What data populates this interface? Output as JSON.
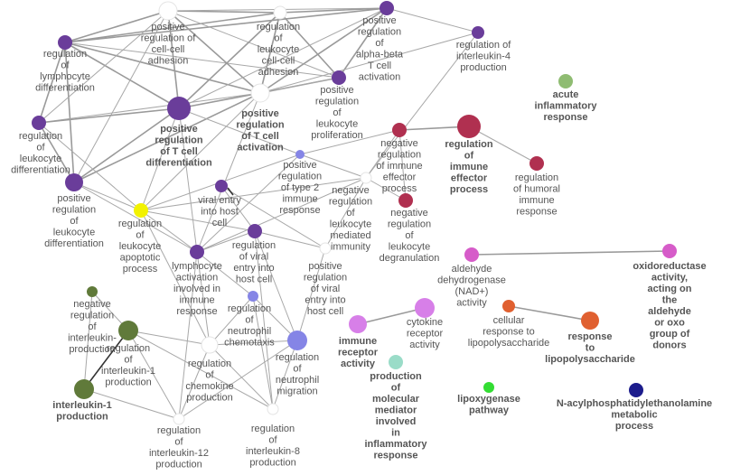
{
  "nodes": [
    {
      "id": "cellcell",
      "label": [
        "positive",
        "regulation of",
        "cell-cell",
        "adhesion"
      ],
      "color": "#ffffff"
    },
    {
      "id": "leukcell",
      "label": [
        "regulation",
        "of",
        "leukocyte",
        "cell-cell",
        "adhesion"
      ],
      "color": "#ffffff"
    },
    {
      "id": "alphabeta",
      "label": [
        "positive",
        "regulation",
        "of",
        "alpha-beta",
        "T cell",
        "activation"
      ],
      "color": "#6a3d9a"
    },
    {
      "id": "il4",
      "label": [
        "regulation of",
        "interleukin-4",
        "production"
      ],
      "color": "#6a3d9a"
    },
    {
      "id": "lymphdiff",
      "label": [
        "regulation",
        "of",
        "lymphocyte",
        "differentiation"
      ],
      "color": "#6a3d9a"
    },
    {
      "id": "leukprolif",
      "label": [
        "positive",
        "regulation",
        "of",
        "leukocyte",
        "proliferation"
      ],
      "color": "#6a3d9a"
    },
    {
      "id": "tcellact",
      "label": [
        "positive",
        "regulation",
        "of T cell",
        "activation"
      ],
      "color": "#ffffff",
      "bold": true,
      "textColor": "#7b78e8"
    },
    {
      "id": "tcelldiff",
      "label": [
        "positive",
        "regulation",
        "of T cell",
        "differentiation"
      ],
      "color": "#6a3d9a",
      "bold": true,
      "textColor": "#4b2a6b"
    },
    {
      "id": "leukdiff",
      "label": [
        "regulation",
        "of",
        "leukocyte",
        "differentiation"
      ],
      "color": "#6a3d9a"
    },
    {
      "id": "acute",
      "label": [
        "acute",
        "inflammatory",
        "response"
      ],
      "color": "#8fbc72",
      "bold": true,
      "textColor": "#6f9a5a"
    },
    {
      "id": "negimmune",
      "label": [
        "negative",
        "regulation",
        "of immune",
        "effector",
        "process"
      ],
      "color": "#b03050"
    },
    {
      "id": "immuneeff",
      "label": [
        "regulation",
        "of",
        "immune",
        "effector",
        "process"
      ],
      "color": "#b03050",
      "bold": true,
      "textColor": "#9e1a35"
    },
    {
      "id": "humoral",
      "label": [
        "regulation",
        "of humoral",
        "immune",
        "response"
      ],
      "color": "#b03050"
    },
    {
      "id": "type2",
      "label": [
        "positive",
        "regulation",
        "of type 2",
        "immune",
        "response"
      ],
      "color": "#8585e6"
    },
    {
      "id": "posleukdiff",
      "label": [
        "positive",
        "regulation",
        "of",
        "leukocyte",
        "differentiation"
      ],
      "color": "#6a3d9a"
    },
    {
      "id": "viralhost",
      "label": [
        "viral entry",
        "into host",
        "cell"
      ],
      "color": "#6a3d9a"
    },
    {
      "id": "negleukmed",
      "label": [
        "negative",
        "regulation",
        "of",
        "leukocyte",
        "mediated",
        "immunity"
      ],
      "color": "#ffffff"
    },
    {
      "id": "negdegran",
      "label": [
        "negative",
        "regulation",
        "of",
        "leukocyte",
        "degranulation"
      ],
      "color": "#b03050"
    },
    {
      "id": "apoptotic",
      "label": [
        "regulation",
        "of",
        "leukocyte",
        "apoptotic",
        "process"
      ],
      "color": "#f2f200"
    },
    {
      "id": "regviral",
      "label": [
        "regulation",
        "of viral",
        "entry into",
        "host cell"
      ],
      "color": "#6a3d9a"
    },
    {
      "id": "posviral",
      "label": [
        "positive",
        "regulation",
        "of viral",
        "entry into",
        "host cell"
      ],
      "color": "#ffffff"
    },
    {
      "id": "lymphact",
      "label": [
        "lymphocyte",
        "activation",
        "involved in",
        "immune",
        "response"
      ],
      "color": "#6a3d9a"
    },
    {
      "id": "aldehyde",
      "label": [
        "aldehyde",
        "dehydrogenase",
        "(NAD+)",
        "activity"
      ],
      "color": "#d65cc9"
    },
    {
      "id": "oxido",
      "label": [
        "oxidoreductase",
        "activity,",
        "acting on",
        "the",
        "aldehyde",
        "or oxo",
        "group of",
        "donors"
      ],
      "color": "#d65cc9",
      "bold": true,
      "textColor": "#c0249e"
    },
    {
      "id": "negil",
      "label": [
        "negative",
        "regulation",
        "of",
        "interleukin-",
        "production"
      ],
      "color": "#607a3a"
    },
    {
      "id": "neutchemo",
      "label": [
        "regulation",
        "of",
        "neutrophil",
        "chemotaxis"
      ],
      "color": "#8585e6"
    },
    {
      "id": "cytokine",
      "label": [
        "cytokine",
        "receptor",
        "activity"
      ],
      "color": "#d77fe8"
    },
    {
      "id": "cellresp",
      "label": [
        "cellular",
        "response to",
        "lipopolysaccharide"
      ],
      "color": "#e06030"
    },
    {
      "id": "il1",
      "label": [
        "regulation",
        "of",
        "interleukin-1",
        "production"
      ],
      "color": "#607a3a"
    },
    {
      "id": "immrecep",
      "label": [
        "immune",
        "receptor",
        "activity"
      ],
      "color": "#d77fe8",
      "bold": true,
      "textColor": "#b042d0"
    },
    {
      "id": "lps",
      "label": [
        "response",
        "to",
        "lipopolysaccharide"
      ],
      "color": "#e06030",
      "bold": true,
      "textColor": "#d04a10"
    },
    {
      "id": "neutmig",
      "label": [
        "regulation",
        "of",
        "neutrophil",
        "migration"
      ],
      "color": "#8585e6"
    },
    {
      "id": "chemokine",
      "label": [
        "regulation",
        "of",
        "chemokine",
        "production"
      ],
      "color": "#ffffff"
    },
    {
      "id": "molmed",
      "label": [
        "production",
        "of",
        "molecular",
        "mediator",
        "involved",
        "in",
        "inflammatory",
        "response"
      ],
      "color": "#9adcc8",
      "bold": true,
      "textColor": "#7ccfbf"
    },
    {
      "id": "lipox",
      "label": [
        "lipoxygenase",
        "pathway"
      ],
      "color": "#33dd33",
      "bold": true,
      "textColor": "#22bb22"
    },
    {
      "id": "nacyl",
      "label": [
        "N-acylphosphatidylethanolamine",
        "metabolic",
        "process"
      ],
      "color": "#1c1c8c",
      "bold": true,
      "textColor": "#1c1c8c"
    },
    {
      "id": "il1prod",
      "label": [
        "interleukin-1",
        "production"
      ],
      "color": "#607a3a",
      "bold": true,
      "textColor": "#3d5a1a"
    },
    {
      "id": "il12",
      "label": [
        "regulation",
        "of",
        "interleukin-12",
        "production"
      ],
      "color": "#ffffff"
    },
    {
      "id": "il8",
      "label": [
        "regulation",
        "of",
        "interleukin-8",
        "production"
      ],
      "color": "#ffffff"
    }
  ]
}
